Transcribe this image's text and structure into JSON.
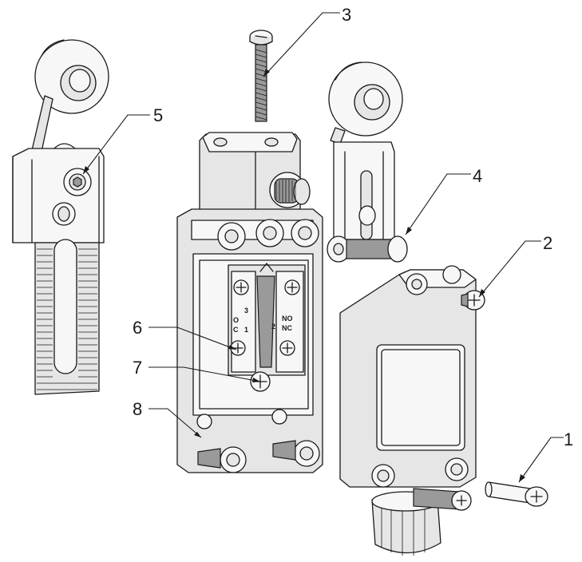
{
  "callouts": [
    {
      "id": "1",
      "label": "1"
    },
    {
      "id": "2",
      "label": "2"
    },
    {
      "id": "3",
      "label": "3"
    },
    {
      "id": "4",
      "label": "4"
    },
    {
      "id": "5",
      "label": "5"
    },
    {
      "id": "6",
      "label": "6"
    },
    {
      "id": "7",
      "label": "7"
    },
    {
      "id": "8",
      "label": "8"
    }
  ],
  "terminal_marks": {
    "no": "NO",
    "nc": "NC",
    "o": "O",
    "c": "C",
    "t1": "1",
    "t2": "2",
    "t3": "3"
  },
  "colors": {
    "line": "#1a1a1a",
    "body_fill": "#e6e6e6",
    "background": "#ffffff"
  }
}
